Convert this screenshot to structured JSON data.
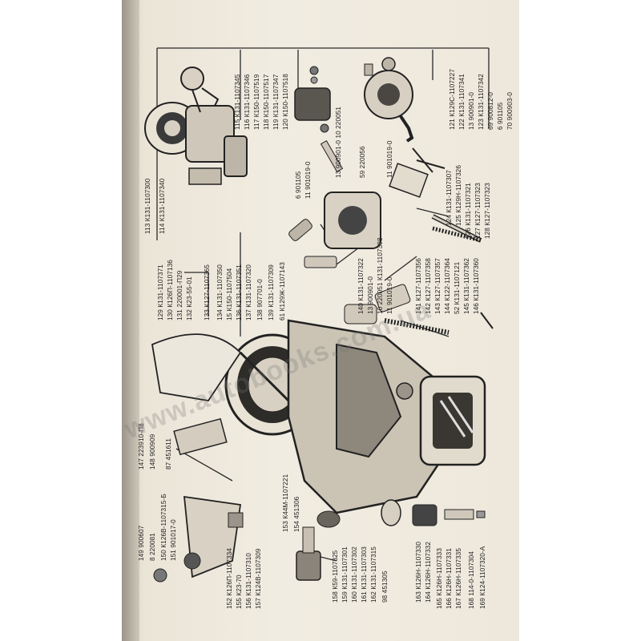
{
  "watermark": "www.autobooks.com.ua",
  "callouts": [
    {
      "id": "113",
      "text": "113  К131-1107300"
    },
    {
      "id": "114",
      "text": "114  К131-1107340"
    },
    {
      "id": "115",
      "text": "115  К131-1107345"
    },
    {
      "id": "116",
      "text": "116  К131-1107346"
    },
    {
      "id": "117",
      "text": "117  К150-1107519"
    },
    {
      "id": "118",
      "text": "118  К150-1107517"
    },
    {
      "id": "119",
      "text": "119  К131-1107347"
    },
    {
      "id": "120",
      "text": "120  К150-1107518"
    },
    {
      "id": "13a",
      "text": "13  900901-0  10  220051"
    },
    {
      "id": "59",
      "text": "59  220056"
    },
    {
      "id": "11a",
      "text": "11  901019-0"
    },
    {
      "id": "121",
      "text": "121  К129С-1107227"
    },
    {
      "id": "122",
      "text": "122  К131-1107341"
    },
    {
      "id": "13b",
      "text": "13  900901-0"
    },
    {
      "id": "123",
      "text": "123  К131-1107342"
    },
    {
      "id": "69",
      "text": "69  900812-0"
    },
    {
      "id": "6a",
      "text": "6  901105"
    },
    {
      "id": "70",
      "text": "70  900903-0"
    },
    {
      "id": "6b",
      "text": "6  901105"
    },
    {
      "id": "11b",
      "text": "11  901019-0"
    },
    {
      "id": "129",
      "text": "129  К131-1107371"
    },
    {
      "id": "130",
      "text": "130  К126П-1107136"
    },
    {
      "id": "131",
      "text": "131  220001-П29"
    },
    {
      "id": "132",
      "text": "132  К23-55-01"
    },
    {
      "id": "133",
      "text": "133  К127-1107365"
    },
    {
      "id": "134",
      "text": "134  К131-1107350"
    },
    {
      "id": "15",
      "text": "15  К150-1107504"
    },
    {
      "id": "136",
      "text": "136  К131-1107351"
    },
    {
      "id": "137",
      "text": "137  К131-1107320"
    },
    {
      "id": "138",
      "text": "138  907701-0"
    },
    {
      "id": "139",
      "text": "139  К131-1107309"
    },
    {
      "id": "61",
      "text": "61  К129Ж-1107143"
    },
    {
      "id": "124",
      "text": "124  К131-1107307"
    },
    {
      "id": "125",
      "text": "125  К129Н-1107326"
    },
    {
      "id": "126",
      "text": "126  К131-1107321"
    },
    {
      "id": "127",
      "text": "127  К127-1107323"
    },
    {
      "id": "128",
      "text": "128  К127-1107323"
    },
    {
      "id": "140",
      "text": "140  К131-1107322"
    },
    {
      "id": "13c",
      "text": "13  900901-0"
    },
    {
      "id": "108",
      "text": "10  220051  К131-1107308"
    },
    {
      "id": "11c",
      "text": "11  901019-0"
    },
    {
      "id": "141",
      "text": "141  К127-1107356"
    },
    {
      "id": "142",
      "text": "142  К127-1107358"
    },
    {
      "id": "143",
      "text": "143  К127-1107357"
    },
    {
      "id": "144",
      "text": "144  К122-1107364"
    },
    {
      "id": "52",
      "text": "52  К131-1107121"
    },
    {
      "id": "145",
      "text": "145  К131-1107362"
    },
    {
      "id": "146",
      "text": "146  К131-1107360"
    },
    {
      "id": "147",
      "text": "147  223910-П8"
    },
    {
      "id": "148",
      "text": "148  900909"
    },
    {
      "id": "87",
      "text": "87  451611"
    },
    {
      "id": "149",
      "text": "149  900607"
    },
    {
      "id": "8",
      "text": "8  220081"
    },
    {
      "id": "150",
      "text": "150  К126В-1107315-Б"
    },
    {
      "id": "151",
      "text": "151  901017-0"
    },
    {
      "id": "152",
      "text": "152  К126П-1107334"
    },
    {
      "id": "155",
      "text": "155  К23-70"
    },
    {
      "id": "156",
      "text": "156  К131-1107310"
    },
    {
      "id": "157",
      "text": "157  К124В-1107309"
    },
    {
      "id": "153",
      "text": "153  К44М-1107221"
    },
    {
      "id": "154",
      "text": "154  451306"
    },
    {
      "id": "158",
      "text": "158  К59-1107325"
    },
    {
      "id": "159",
      "text": "159  К131-1107301"
    },
    {
      "id": "160",
      "text": "160  К131-1107302"
    },
    {
      "id": "161",
      "text": "161  К131-1107303"
    },
    {
      "id": "162",
      "text": "162  К131-1107315"
    },
    {
      "id": "98",
      "text": "98  451305"
    },
    {
      "id": "163",
      "text": "163  К126Н-1107330"
    },
    {
      "id": "164",
      "text": "164  К126Н-1107332"
    },
    {
      "id": "165",
      "text": "165  К126Н-1107333"
    },
    {
      "id": "166",
      "text": "166  К126Н-1107331"
    },
    {
      "id": "167",
      "text": "167  К126Н-1107335"
    },
    {
      "id": "168",
      "text": "168  114-0-1107304"
    },
    {
      "id": "169",
      "text": "169  К124-1107320-А"
    }
  ]
}
